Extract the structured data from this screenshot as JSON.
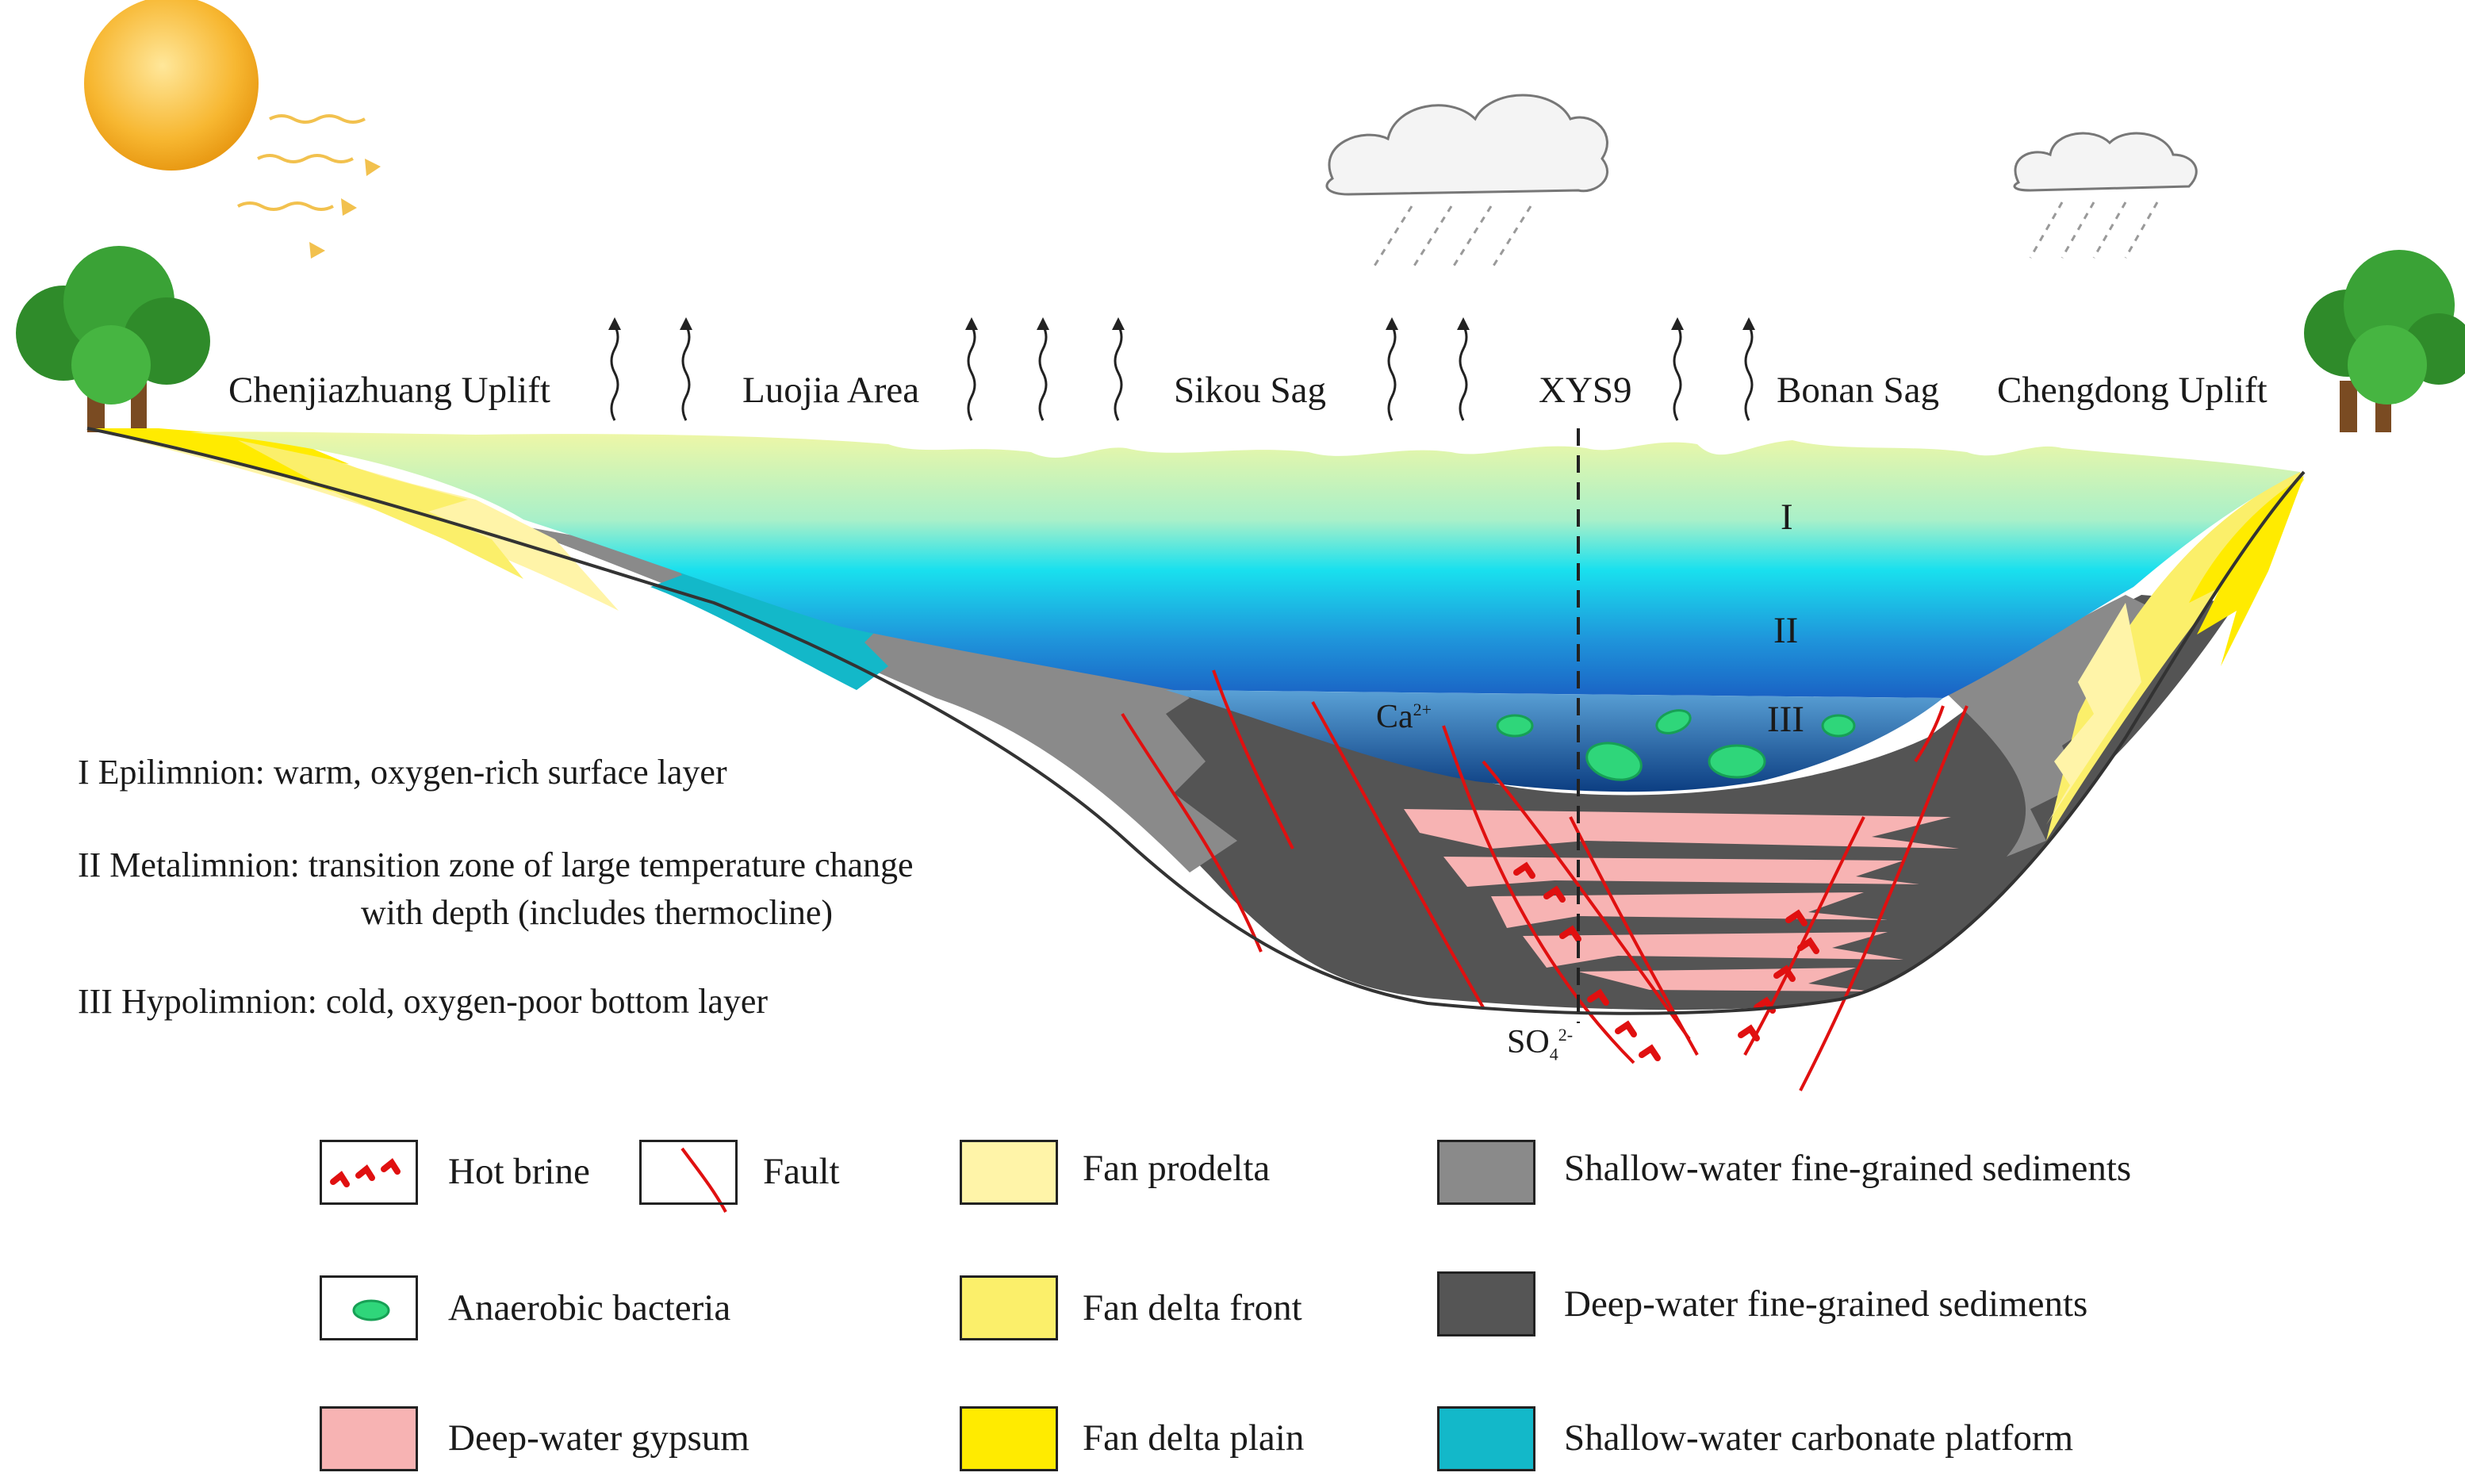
{
  "places": [
    "Chenjiazhuang Uplift",
    "Luojia Area",
    "Sikou Sag",
    "XYS9",
    "Bonan Sag",
    "Chengdong Uplift"
  ],
  "zones": [
    "I",
    "II",
    "III"
  ],
  "ions": {
    "calcium": {
      "base": "Ca",
      "sup": "2+"
    },
    "sulfate": {
      "base": "SO",
      "sub": "4",
      "sup": "2-"
    }
  },
  "definitions": {
    "epilimnion": "I   Epilimnion: warm, oxygen-rich surface layer",
    "metalimnion_1": "II  Metalimnion: transition zone of large temperature change",
    "metalimnion_2": "with depth (includes thermocline)",
    "hypolimnion": "III Hypolimnion: cold, oxygen-poor bottom layer"
  },
  "legend": {
    "hot_brine": "Hot brine",
    "fault": "Fault",
    "anaerobic_bacteria": "Anaerobic bacteria",
    "deep_water_gypsum": "Deep-water  gypsum",
    "fan_prodelta": "Fan prodelta",
    "fan_delta_front": "Fan delta front",
    "fan_delta_plain": "Fan delta plain",
    "shallow_fine": "Shallow-water fine-grained sediments",
    "deep_fine": "Deep-water fine-grained sediments",
    "carbonate": "Shallow-water carbonate platform"
  },
  "colors": {
    "fan_prodelta": "#fff4a8",
    "fan_delta_front": "#fbef6a",
    "fan_delta_plain": "#ffeb00",
    "shallow_fine": "#8a8a8a",
    "deep_fine": "#555555",
    "carbonate": "#13b8c9",
    "gypsum": "#f7b3b3",
    "fault": "#e01010",
    "bacteria": "#2fd67a"
  }
}
